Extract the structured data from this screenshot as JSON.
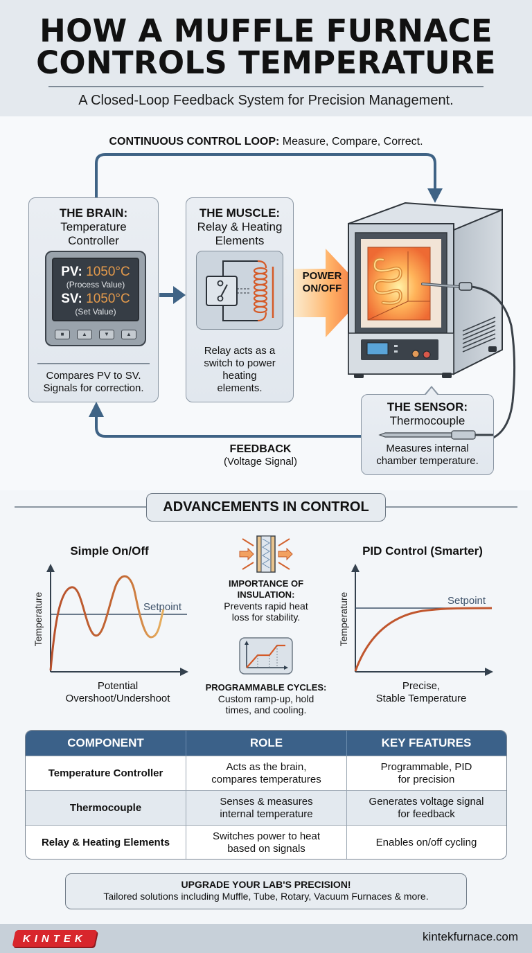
{
  "header": {
    "title_line1": "HOW A MUFFLE FURNACE",
    "title_line2": "CONTROLS TEMPERATURE",
    "subtitle": "A Closed-Loop Feedback System for Precision Management."
  },
  "loop": {
    "label_bold": "CONTINUOUS CONTROL LOOP:",
    "label_rest": " Measure, Compare, Correct.",
    "brain": {
      "title": "THE BRAIN:",
      "subtitle_line1": "Temperature",
      "subtitle_line2": "Controller",
      "pv_label": "PV:",
      "pv_value": "1050°C",
      "pv_caption": "(Process Value)",
      "sv_label": "SV:",
      "sv_value": "1050°C",
      "sv_caption": "(Set Value)",
      "buttons": [
        "■",
        "▲",
        "▼",
        "▲"
      ],
      "desc_line1": "Compares PV to SV.",
      "desc_line2": "Signals for correction."
    },
    "muscle": {
      "title": "THE MUSCLE:",
      "subtitle_line1": "Relay & Heating",
      "subtitle_line2": "Elements",
      "desc_line1": "Relay acts as a",
      "desc_line2": "switch to power",
      "desc_line3": "heating",
      "desc_line4": "elements."
    },
    "power": {
      "line1": "POWER",
      "line2": "ON/OFF"
    },
    "sensor": {
      "title": "THE SENSOR:",
      "subtitle": "Thermocouple",
      "desc_line1": "Measures internal",
      "desc_line2": "chamber temperature."
    },
    "feedback": {
      "line1": "FEEDBACK",
      "line2": "(Voltage Signal)"
    },
    "colors": {
      "arrow": "#3f6385",
      "heat": "#e8733a",
      "value": "#e39a4c"
    }
  },
  "advancements": {
    "badge": "ADVANCEMENTS IN CONTROL",
    "insulation": {
      "title_line1": "IMPORTANCE OF",
      "title_line2": "INSULATION:",
      "desc_line1": "Prevents rapid heat",
      "desc_line2": "loss for stability."
    },
    "cycles": {
      "title": "PROGRAMMABLE CYCLES:",
      "desc_line1": "Custom ramp-up, hold",
      "desc_line2": "times, and cooling."
    }
  },
  "chart_data": [
    {
      "type": "line",
      "title": "Simple On/Off",
      "xlabel": "Potential Overshoot/Undershoot",
      "ylabel": "Temperature",
      "caption_line1": "Potential",
      "caption_line2": "Overshoot/Undershoot",
      "setpoint_label": "Setpoint",
      "x": [
        0,
        1,
        2,
        3,
        4,
        5,
        6,
        7,
        8
      ],
      "series": [
        {
          "name": "Temperature",
          "values": [
            0,
            0.85,
            1.15,
            0.85,
            0.55,
            0.85,
            1.3,
            0.85,
            0.55
          ]
        },
        {
          "name": "Setpoint",
          "values": [
            0.85,
            0.85,
            0.85,
            0.85,
            0.85,
            0.85,
            0.85,
            0.85,
            0.85
          ]
        }
      ],
      "grid": false
    },
    {
      "type": "line",
      "title": "PID Control (Smarter)",
      "xlabel": "Precise, Stable Temperature",
      "ylabel": "Temperature",
      "caption_line1": "Precise,",
      "caption_line2": "Stable Temperature",
      "setpoint_label": "Setpoint",
      "x": [
        0,
        1,
        2,
        3,
        4,
        5,
        6,
        7,
        8
      ],
      "series": [
        {
          "name": "Temperature",
          "values": [
            0,
            0.45,
            0.7,
            0.85,
            0.93,
            0.98,
            1.0,
            1.0,
            1.0
          ]
        },
        {
          "name": "Setpoint",
          "values": [
            1,
            1,
            1,
            1,
            1,
            1,
            1,
            1,
            1
          ]
        }
      ],
      "grid": false
    }
  ],
  "table": {
    "headers": [
      "COMPONENT",
      "ROLE",
      "KEY FEATURES"
    ],
    "rows": [
      {
        "component": "Temperature Controller",
        "role_1": "Acts as the brain,",
        "role_2": "compares temperatures",
        "feat_1": "Programmable, PID",
        "feat_2": "for precision"
      },
      {
        "component": "Thermocouple",
        "role_1": "Senses & measures",
        "role_2": "internal temperature",
        "feat_1": "Generates voltage signal",
        "feat_2": "for feedback"
      },
      {
        "component": "Relay & Heating Elements",
        "role_1": "Switches power to heat",
        "role_2": "based on signals",
        "feat_1": "Enables on/off cycling",
        "feat_2": ""
      }
    ],
    "colors": {
      "header_bg": "#3b6189",
      "alt_row": "#e3e9ef"
    }
  },
  "promo": {
    "line1": "UPGRADE YOUR LAB'S PRECISION!",
    "line2": "Tailored solutions including Muffle, Tube, Rotary, Vacuum Furnaces & more."
  },
  "footer": {
    "logo": "KINTEK",
    "site": "kintekfurnace.com",
    "logo_color": "#d8262c"
  }
}
